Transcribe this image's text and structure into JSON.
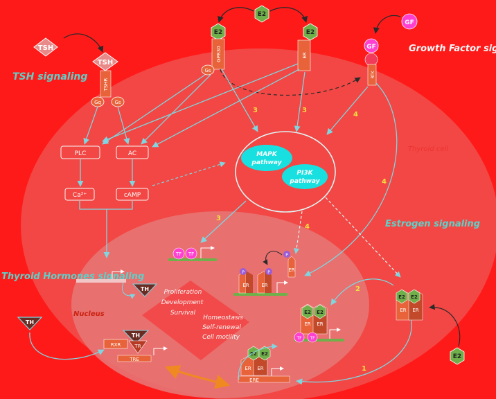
{
  "regions": {
    "thyroid_cell_label": "Thyroid cell",
    "nucleus_label": "Nucleus"
  },
  "signaling": {
    "tsh": "TSH signaling",
    "thyroid": "Thyroid Hormones signaling",
    "growth_factor": "Growth Factor signaling",
    "estrogen": "Estrogen signaling"
  },
  "ligands": {
    "tsh": "TSH",
    "e2": "E2",
    "gf": "GF",
    "th": "TH"
  },
  "receptors": {
    "tshr": "TSHR",
    "gpr30": "GPR30",
    "er": "ER",
    "rtk": "RTK",
    "rxr": "RXR",
    "tr": "TR"
  },
  "g_proteins": {
    "gq": "Gq",
    "gs": "Gs"
  },
  "effectors": {
    "plc": "PLC",
    "ac": "AC",
    "ca": "Ca²⁺",
    "camp": "cAMP"
  },
  "pathways": {
    "mapk_line1": "MAPK",
    "mapk_line2": "pathway",
    "pi3k_line1": "PI3K",
    "pi3k_line2": "pathway"
  },
  "dna": {
    "tre": "TRE",
    "ere": "ERE",
    "tf": "TF",
    "p": "P"
  },
  "outcomes": {
    "proliferation": "Proliferation",
    "development": "Development",
    "survival": "Survival",
    "homeostasis": "Homeostasis",
    "self_renewal": "Self-renewal",
    "cell_motility": "Cell motility"
  },
  "route_numbers": {
    "r1": "1",
    "r2": "2",
    "r3": "3",
    "r4": "4"
  },
  "colors": {
    "background": "#ff1a1a",
    "cell": "#f0504c",
    "nucleus": "#e77474",
    "arrow": "#7fd6e0",
    "receptor": "#e8623a",
    "hexagon": "#6fb04a",
    "cyan_oval": "#19e0e0",
    "magenta": "#ff3fd0",
    "number": "#f0e040",
    "label_text": "#5fd0c8",
    "orange_arrow": "#f08a20"
  }
}
